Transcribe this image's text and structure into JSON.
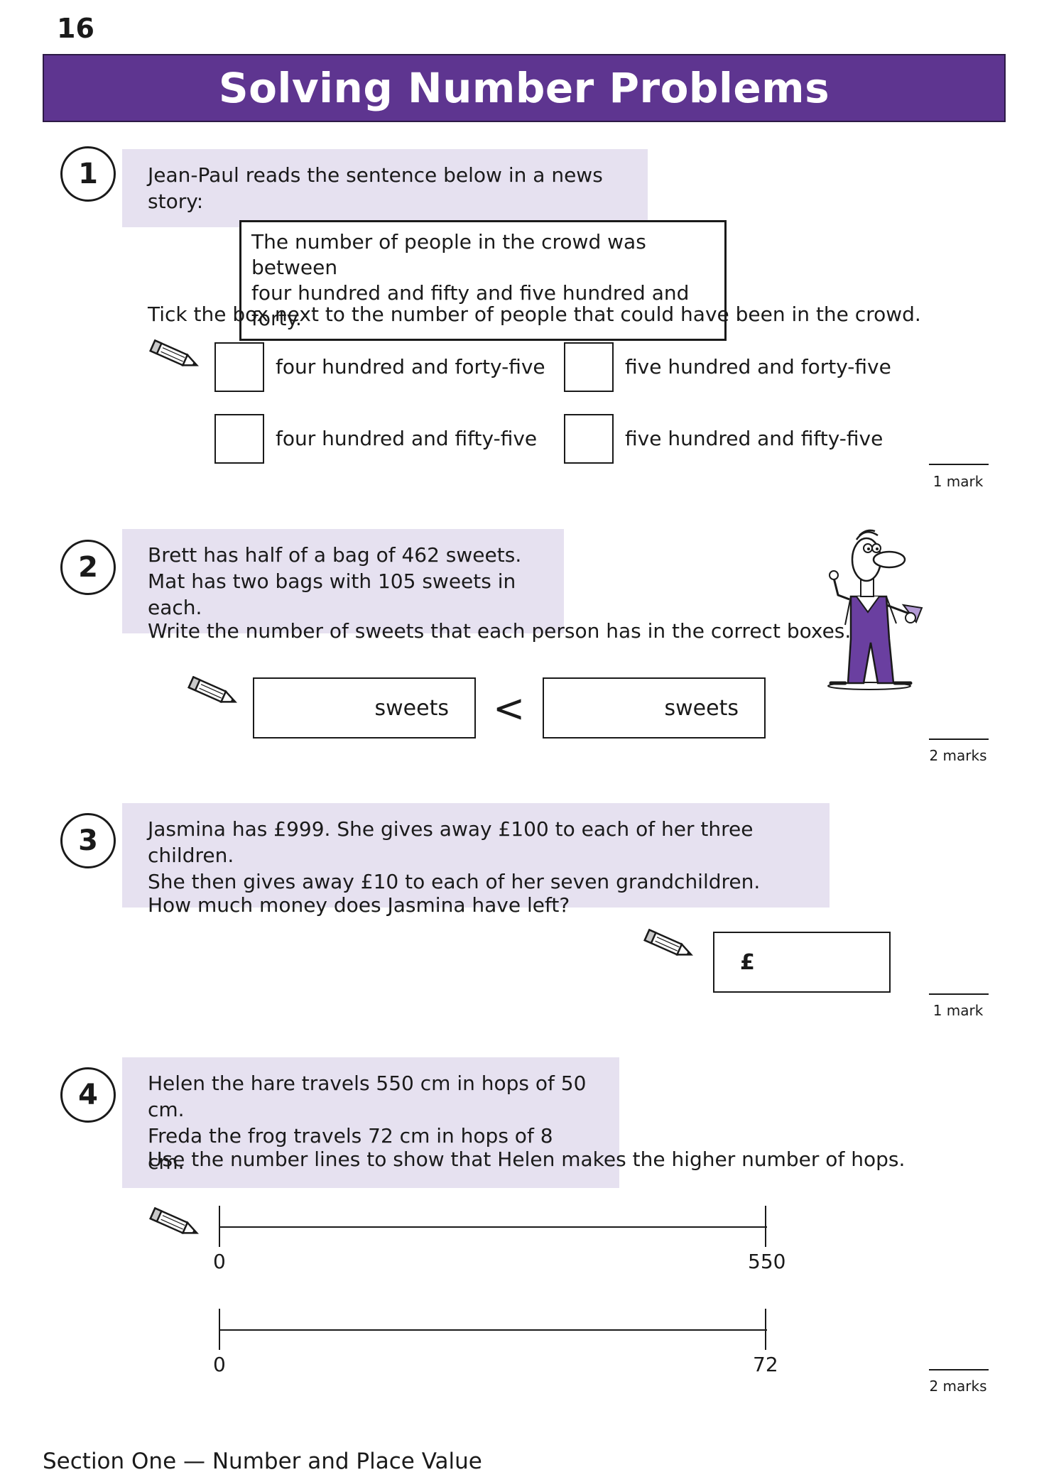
{
  "page_number": "16",
  "title": "Solving Number Problems",
  "questions": {
    "q1": {
      "number": "1",
      "prompt": "Jean-Paul reads the sentence below in a news story:",
      "quote": [
        "The number of people in the crowd was between",
        "four hundred and fifty and five hundred and forty."
      ],
      "instruction": "Tick the box next to the number of people that could have been in the crowd.",
      "options": [
        "four hundred and forty-five",
        "five hundred and forty-five",
        "four hundred and fifty-five",
        "five hundred and fifty-five"
      ],
      "marks": "1 mark"
    },
    "q2": {
      "number": "2",
      "prompt": [
        "Brett has half of a bag of 462 sweets.",
        "Mat has two bags with 105 sweets in each."
      ],
      "instruction": "Write the number of sweets that each person has in the correct boxes.",
      "box_unit": "sweets",
      "comparison": "<",
      "marks": "2 marks"
    },
    "q3": {
      "number": "3",
      "prompt": [
        "Jasmina has £999.  She gives away £100 to each of her three children.",
        "She then gives away £10 to each of her seven grandchildren."
      ],
      "instruction": "How much money does Jasmina have left?",
      "currency": "£",
      "marks": "1 mark"
    },
    "q4": {
      "number": "4",
      "prompt": [
        "Helen the hare travels 550 cm in hops of 50 cm.",
        "Freda the frog travels 72 cm in hops of 8 cm."
      ],
      "instruction": "Use the number lines to show that Helen makes the higher number of hops.",
      "line1": {
        "start": "0",
        "end": "550"
      },
      "line2": {
        "start": "0",
        "end": "72"
      },
      "marks": "2 marks"
    }
  },
  "footer": "Section One — Number and Place Value",
  "colors": {
    "title_bar": "#5e3590",
    "prompt_bg": "#e6e1f0"
  }
}
